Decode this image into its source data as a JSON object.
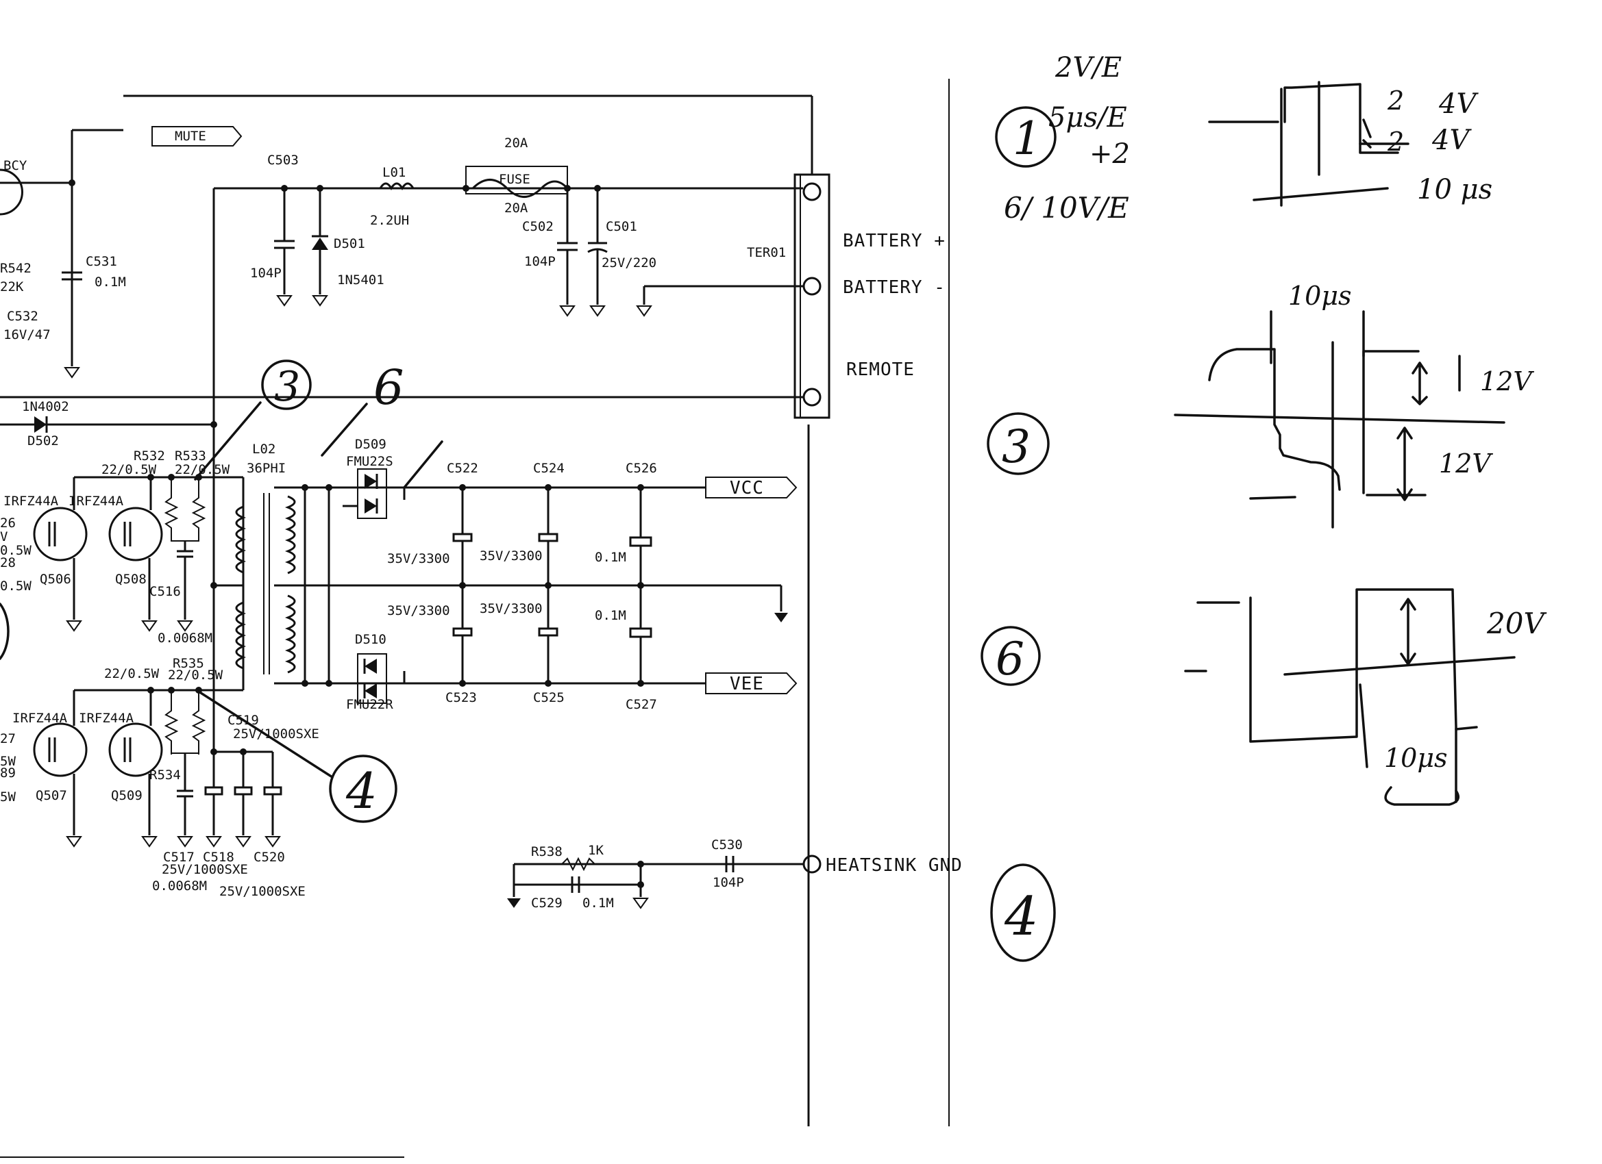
{
  "schematic": {
    "labels": {
      "mute": "MUTE",
      "bcy": "BCY",
      "c503": "C503",
      "l01": "L01",
      "l01_val": "2.2UH",
      "fuse_top": "20A",
      "fuse": "FUSE",
      "fuse_bot": "20A",
      "c502": "C502",
      "c501": "C501",
      "c502_val": "104P",
      "c501_val": "25V/220",
      "c503_val": "104P",
      "d501": "D501",
      "d501_val": "1N5401",
      "ter01": "TER01",
      "r542": "R542",
      "r542_val": "22K",
      "c531": "C531",
      "c531_val": "0.1M",
      "c532": "C532",
      "c532_val": "16V/47",
      "d502_type": "1N4002",
      "d502": "D502",
      "r532": "R532",
      "r533": "R533",
      "r532_val": "22/0.5W",
      "r533_val": "22/0.5W",
      "l02": "L02",
      "l02_val": "36PHI",
      "d509": "D509",
      "d509_type": "FMU22S",
      "d510": "D510",
      "d510_type": "FMU22R",
      "c522": "C522",
      "c524": "C524",
      "c526": "C526",
      "c523": "C523",
      "c525": "C525",
      "c527": "C527",
      "cap_big_1": "35V/3300",
      "cap_big_2": "35V/3300",
      "cap_big_3": "35V/3300",
      "cap_big_4": "35V/3300",
      "c526_val": "0.1M",
      "c527_val": "0.1M",
      "vcc": "VCC",
      "vee": "VEE",
      "q506_type": "IRFZ44A",
      "q508_type": "IRFZ44A",
      "q506": "Q506",
      "q508": "Q508",
      "c516": "C516",
      "c516_val": "0.0068M",
      "r535": "R535",
      "r534": "R534",
      "r_lo_1": "22/0.5W",
      "r_lo_2": "22/0.5W",
      "c519": "C519",
      "c519_val": "25V/1000SXE",
      "q507_type": "IRFZ44A",
      "q509_type": "IRFZ44A",
      "q507": "Q507",
      "q509": "Q509",
      "c517": "C517",
      "c518": "C518",
      "c520": "C520",
      "c518_val": "25V/1000SXE",
      "c517_val": "0.0068M",
      "c520_val": "25V/1000SXE",
      "r538": "R538",
      "r538_val": "1K",
      "c530": "C530",
      "c530_val": "104P",
      "c529": "C529",
      "c529_val": "0.1M",
      "battery_pos": "BATTERY +",
      "battery_neg": "BATTERY -",
      "remote": "REMOTE",
      "heatsink": "HEATSINK GND",
      "frag_26": "26",
      "frag_v": "V",
      "frag_5w": "0.5W",
      "frag_28": "28",
      "frag_5w2": "0.5W",
      "frag_27": "27",
      "frag_5w3": "5W",
      "frag_89": "89",
      "frag_5w4": "5W"
    },
    "handwritten": {
      "probe_3": "3",
      "probe_6": "6",
      "probe_4": "4",
      "scale_1": "2V/E",
      "scale_2": "5μs/E",
      "scale_3": "+2",
      "scale_4": "6/ 10V/E",
      "marker_1": "1",
      "marker_3": "3",
      "marker_6": "6",
      "marker_4": "4",
      "w1_v1": "4V",
      "w1_v2": "4V",
      "w1_t": "10 μs",
      "w1_n1": "2",
      "w1_n2": "2",
      "w3_t": "10μs",
      "w3_v1": "12V",
      "w3_v2": "12V",
      "w6_v": "20V",
      "w6_t": "10μs"
    }
  }
}
